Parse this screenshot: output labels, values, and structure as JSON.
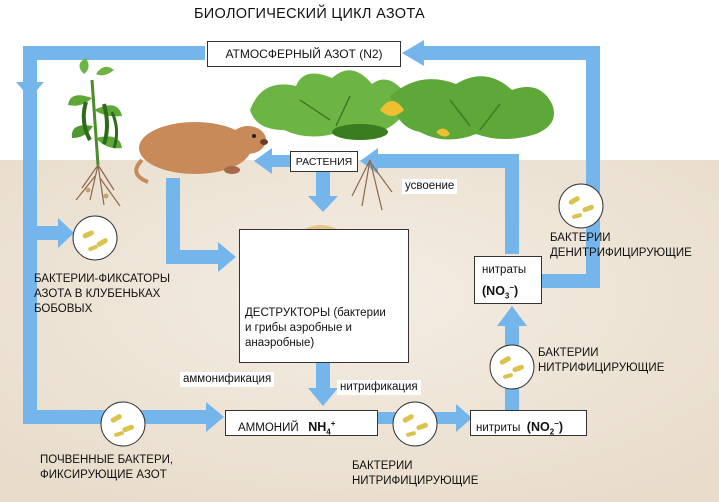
{
  "title": "БИОЛОГИЧЕСКИЙ ЦИКЛ АЗОТА",
  "nodes": {
    "atmosphere": "АТМОСФЕРНЫЙ АЗОТ (N2)",
    "plants": "РАСТЕНИЯ",
    "decomposers": {
      "line1": "ДЕСТРУКТОРЫ (бактерии",
      "line2": "и грибы аэробные и",
      "line3": "анаэробные)"
    },
    "ammonium": {
      "label": "АММОНИЙ",
      "formula": "NH",
      "sub": "4",
      "sup": "+"
    },
    "nitrites": {
      "label": "нитриты",
      "formula": "NO",
      "sub": "2",
      "sup": "−"
    },
    "nitrates": {
      "label": "нитраты",
      "formula": "NO",
      "sub": "3",
      "sup": "−"
    }
  },
  "labels": {
    "assimilation": "усвоение",
    "ammonification": "аммонификация",
    "nitrification": "нитрификация",
    "fixers_nodules": {
      "line1": "БАКТЕРИИ-ФИКСАТОРЫ",
      "line2": "АЗОТА В КЛУБЕНЬКАХ",
      "line3": "БОБОВЫХ"
    },
    "soil_bacteria": {
      "line1": "ПОЧВЕННЫЕ БАКТЕРИ,",
      "line2": "ФИКСИРУЮЩИЕ АЗОТ"
    },
    "nitrifying_bottom": {
      "line1": "БАКТЕРИИ",
      "line2": "НИТРИФИЦИРУЮЩИЕ"
    },
    "nitrifying_right": {
      "line1": "БАКТЕРИИ",
      "line2": "НИТРИФИЦИРУЮЩИЕ"
    },
    "denitrifying": {
      "line1": "БАКТЕРИИ",
      "line2": "ДЕНИТРИФИЦИРУЮЩИЕ"
    }
  },
  "colors": {
    "arrow": "#74b6ec",
    "soil": "#efe6d8",
    "leaf": "#5ea83a",
    "animal": "#c98a5a",
    "mushroom": "#e4c487",
    "bacteria": "#d9c34c"
  }
}
